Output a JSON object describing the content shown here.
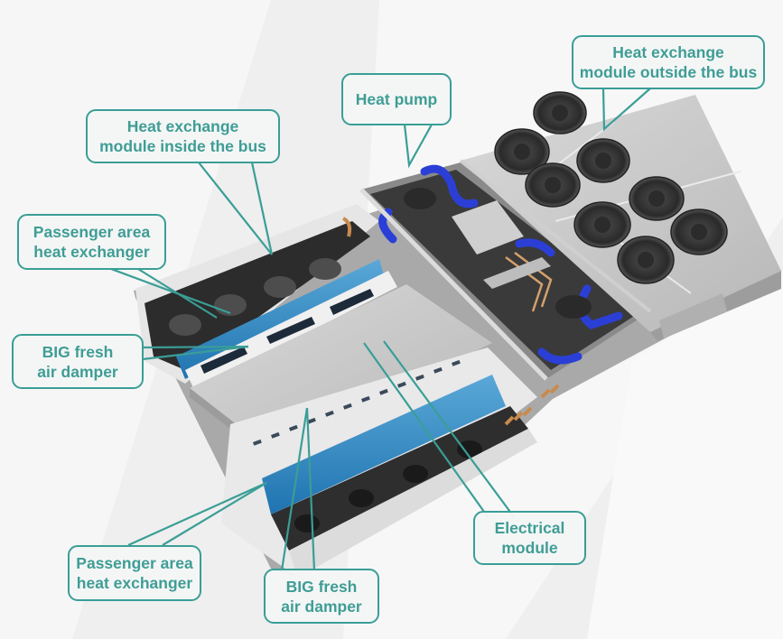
{
  "diagram": {
    "subject": "Bus roof-top air conditioning unit (heat pump)",
    "colors": {
      "callout_border": "#3a9e96",
      "callout_text": "#3f9d95",
      "leader_line": "#3a9e96",
      "background": "#f2f2f2",
      "coil_blue": "#2f86c0",
      "pipe_blue": "#2b3fd6",
      "housing_gray": "#c9c9c9"
    },
    "callouts": [
      {
        "id": "hx-inside",
        "lines": [
          "Heat exchange",
          "module inside the bus"
        ]
      },
      {
        "id": "heat-pump",
        "lines": [
          "Heat pump"
        ]
      },
      {
        "id": "hx-outside",
        "lines": [
          "Heat exchange",
          "module outside the bus"
        ]
      },
      {
        "id": "passenger-hx-top",
        "lines": [
          "Passenger area",
          "heat exchanger"
        ]
      },
      {
        "id": "damper-left",
        "lines": [
          "BIG fresh",
          "air damper"
        ]
      },
      {
        "id": "electrical",
        "lines": [
          "Electrical",
          "module"
        ]
      },
      {
        "id": "passenger-hx-bottom",
        "lines": [
          "Passenger area",
          "heat exchanger"
        ]
      },
      {
        "id": "damper-bottom",
        "lines": [
          "BIG fresh",
          "air damper"
        ]
      }
    ],
    "components": {
      "condenser_fans": 8,
      "evaporator_blower_rows": 2,
      "compressor_modules": 2
    }
  }
}
